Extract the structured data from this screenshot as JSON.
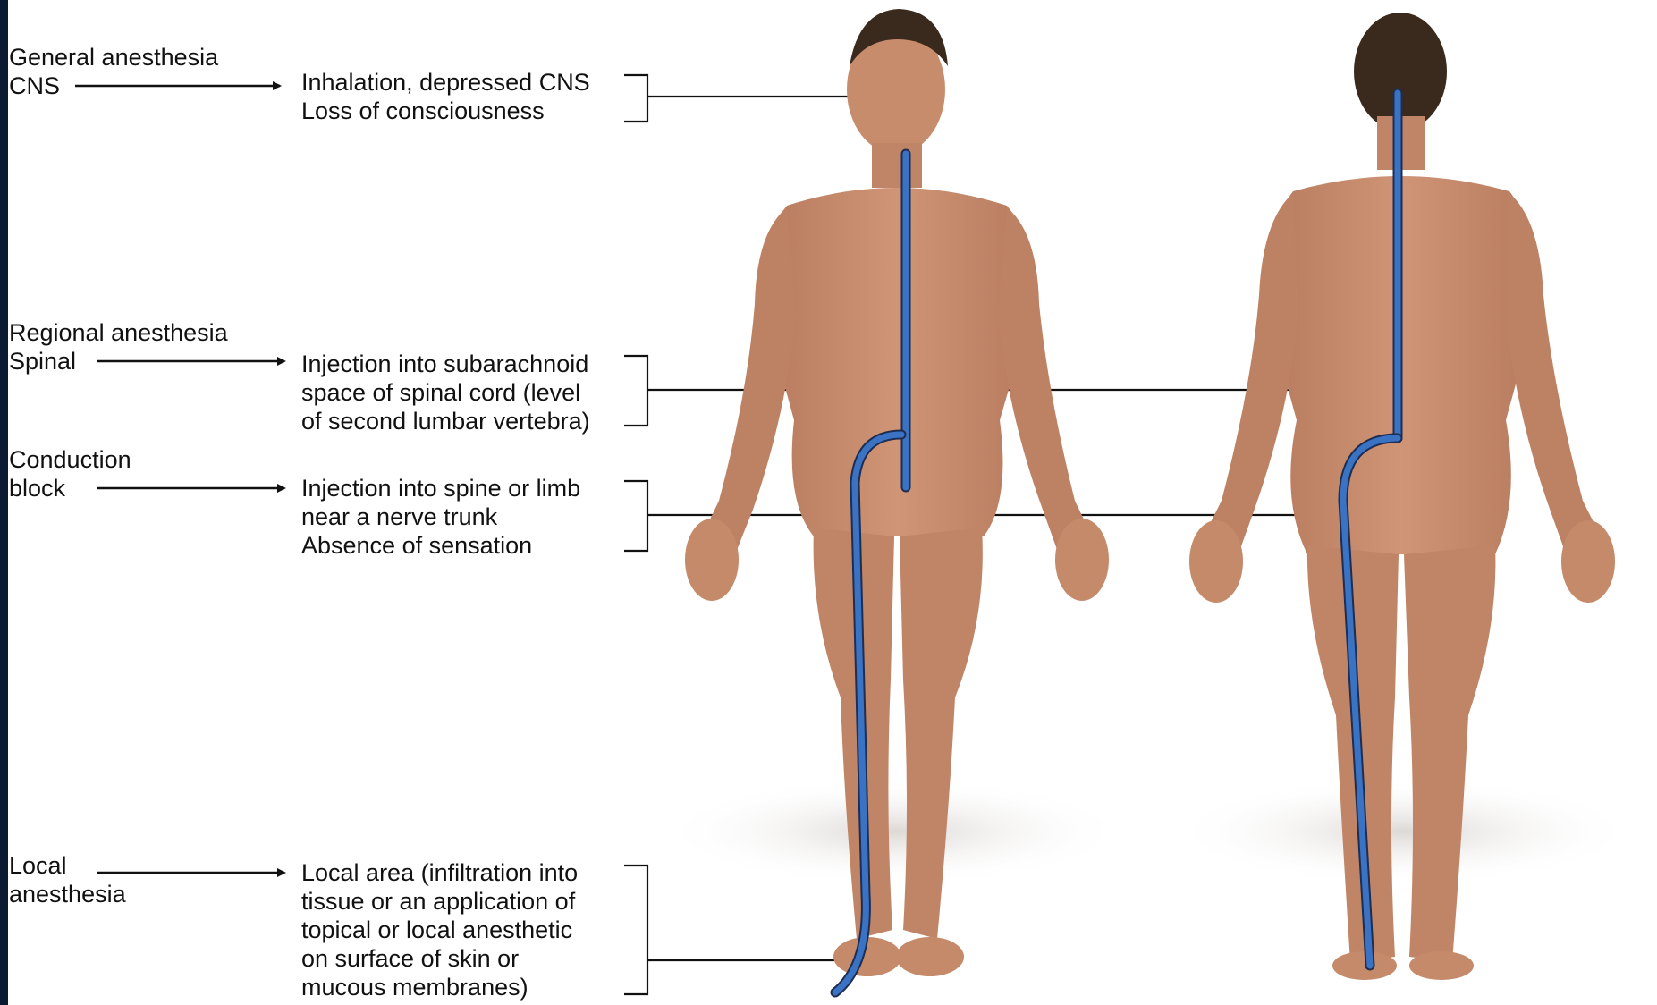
{
  "rows": [
    {
      "category": [
        "General anesthesia",
        "CNS"
      ],
      "description": [
        "Inhalation, depressed CNS",
        "Loss of consciousness"
      ]
    },
    {
      "category": [
        "Regional anesthesia",
        "Spinal"
      ],
      "description": [
        "Injection into subarachnoid",
        "space of spinal cord (level",
        "of second lumbar vertebra)"
      ]
    },
    {
      "category": [
        "Conduction",
        "block"
      ],
      "description": [
        "Injection into spine or limb",
        "near a nerve trunk",
        "Absence of sensation"
      ]
    },
    {
      "category": [
        "Local",
        "anesthesia"
      ],
      "description": [
        "Local area (infiltration into",
        "tissue or an application of",
        "topical or local anesthetic",
        "on surface of skin or",
        "mucous membranes)"
      ]
    }
  ],
  "colors": {
    "skin": "#c48a6a",
    "skin_shadow": "#a8705a",
    "hair": "#3a2a1e",
    "nerve_line": "#3a72c4",
    "background": "#ffffff",
    "border": "#0b1a33"
  },
  "figures": [
    "front-view",
    "back-view"
  ]
}
